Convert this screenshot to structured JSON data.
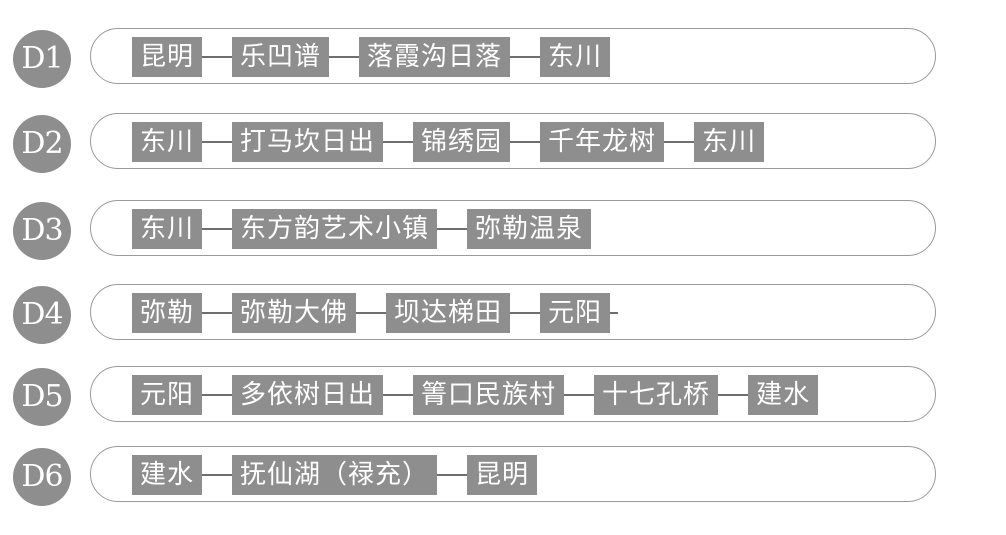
{
  "itinerary": [
    {
      "day": "D1",
      "stops": [
        "昆明",
        "乐凹谱",
        "落霞沟日落",
        "东川"
      ],
      "trailing_connector": false
    },
    {
      "day": "D2",
      "stops": [
        "东川",
        "打马坎日出",
        "锦绣园",
        "千年龙树",
        "东川"
      ],
      "trailing_connector": false
    },
    {
      "day": "D3",
      "stops": [
        "东川",
        "东方韵艺术小镇",
        "弥勒温泉"
      ],
      "trailing_connector": false
    },
    {
      "day": "D4",
      "stops": [
        "弥勒",
        "弥勒大佛",
        "坝达梯田",
        "元阳"
      ],
      "trailing_connector": true
    },
    {
      "day": "D5",
      "stops": [
        "元阳",
        "多依树日出",
        "箐口民族村",
        "十七孔桥",
        "建水"
      ],
      "trailing_connector": false
    },
    {
      "day": "D6",
      "stops": [
        "建水",
        "抚仙湖（禄充）",
        "昆明"
      ],
      "trailing_connector": false
    }
  ],
  "colors": {
    "badge": "#8e8e8e",
    "stop_box": "#8e8e8e",
    "track_border": "#9a9a9a",
    "connector": "#6e6e6e",
    "text": "#ffffff"
  }
}
